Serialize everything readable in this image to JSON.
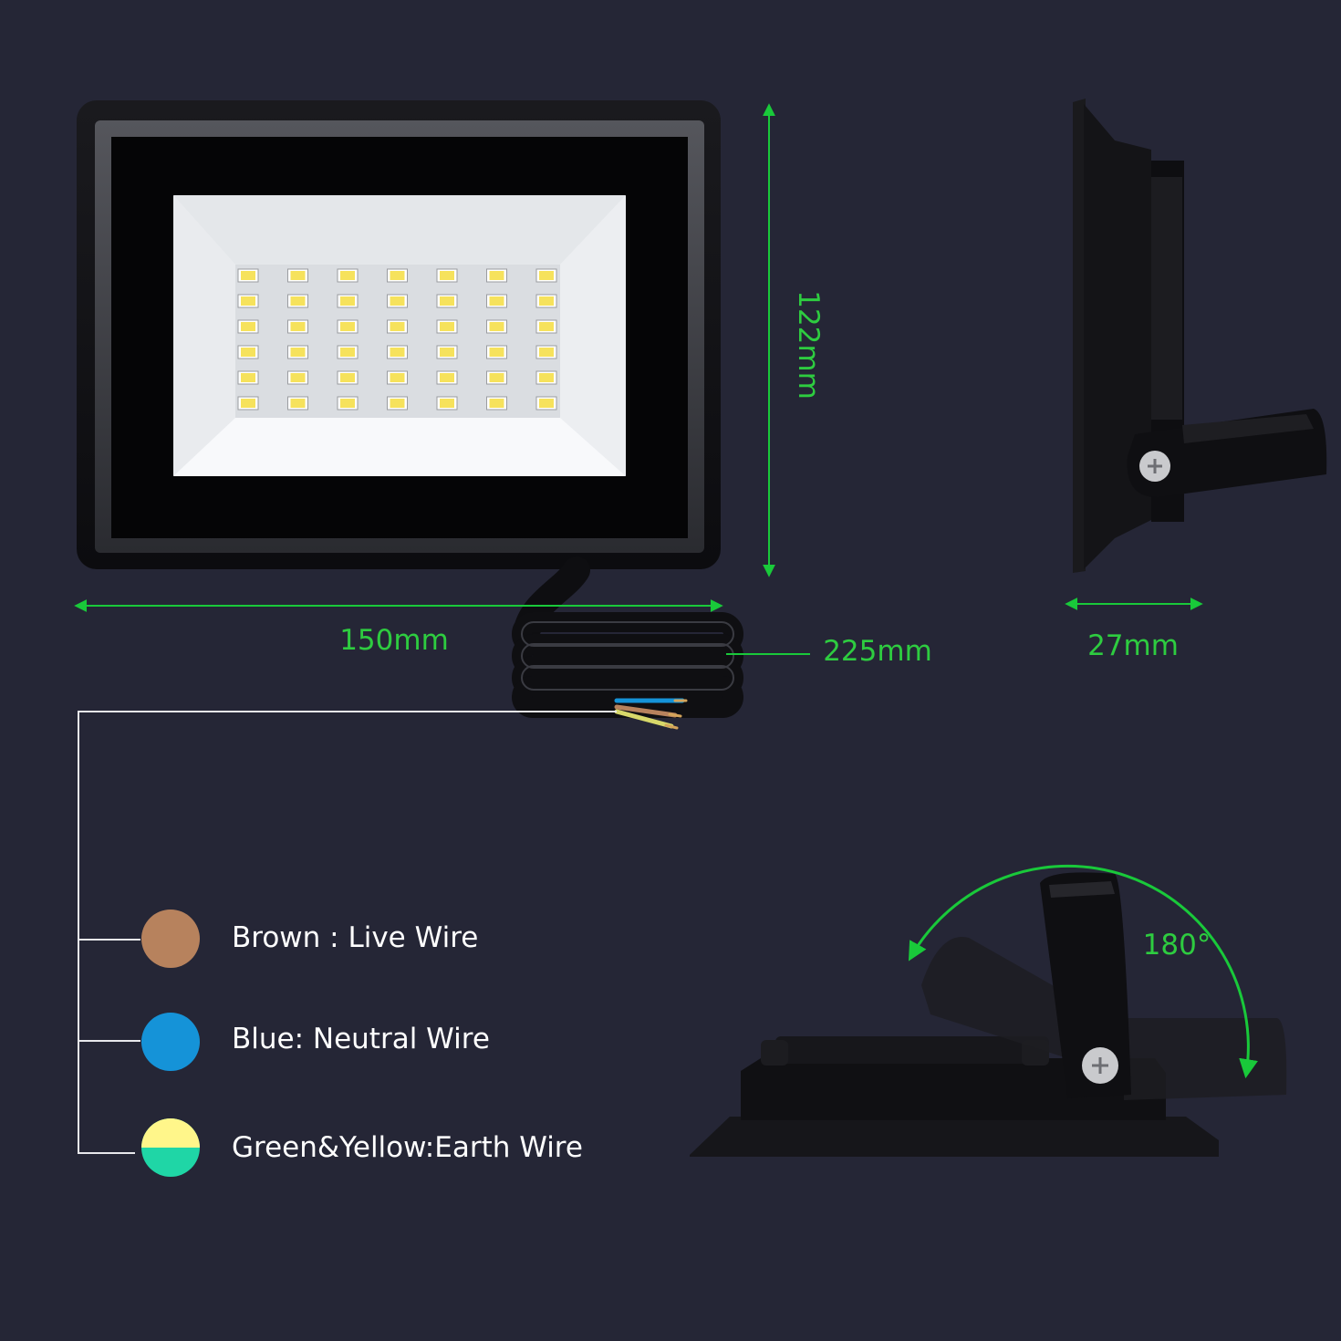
{
  "dimensions": {
    "width": "150mm",
    "height": "122mm",
    "cable": "225mm",
    "depth": "27mm",
    "rotation": "180°"
  },
  "wires": [
    {
      "label": "Brown : Live Wire",
      "color_top": "#b7825d",
      "color_bottom": "#b7825d"
    },
    {
      "label": "Blue: Neutral Wire",
      "color_top": "#1593d8",
      "color_bottom": "#1593d8"
    },
    {
      "label": "Green&Yellow:Earth Wire",
      "color_top": "#fff68a",
      "color_bottom": "#1fd6a6"
    }
  ],
  "colors": {
    "background": "#252636",
    "dimension_line": "#19c93a",
    "dimension_text": "#2ecc40",
    "housing": "#111114",
    "led_panel": "#f4f6f8",
    "led_chip": "#f6e25c"
  },
  "led_grid": {
    "rows": 6,
    "cols": 7
  }
}
